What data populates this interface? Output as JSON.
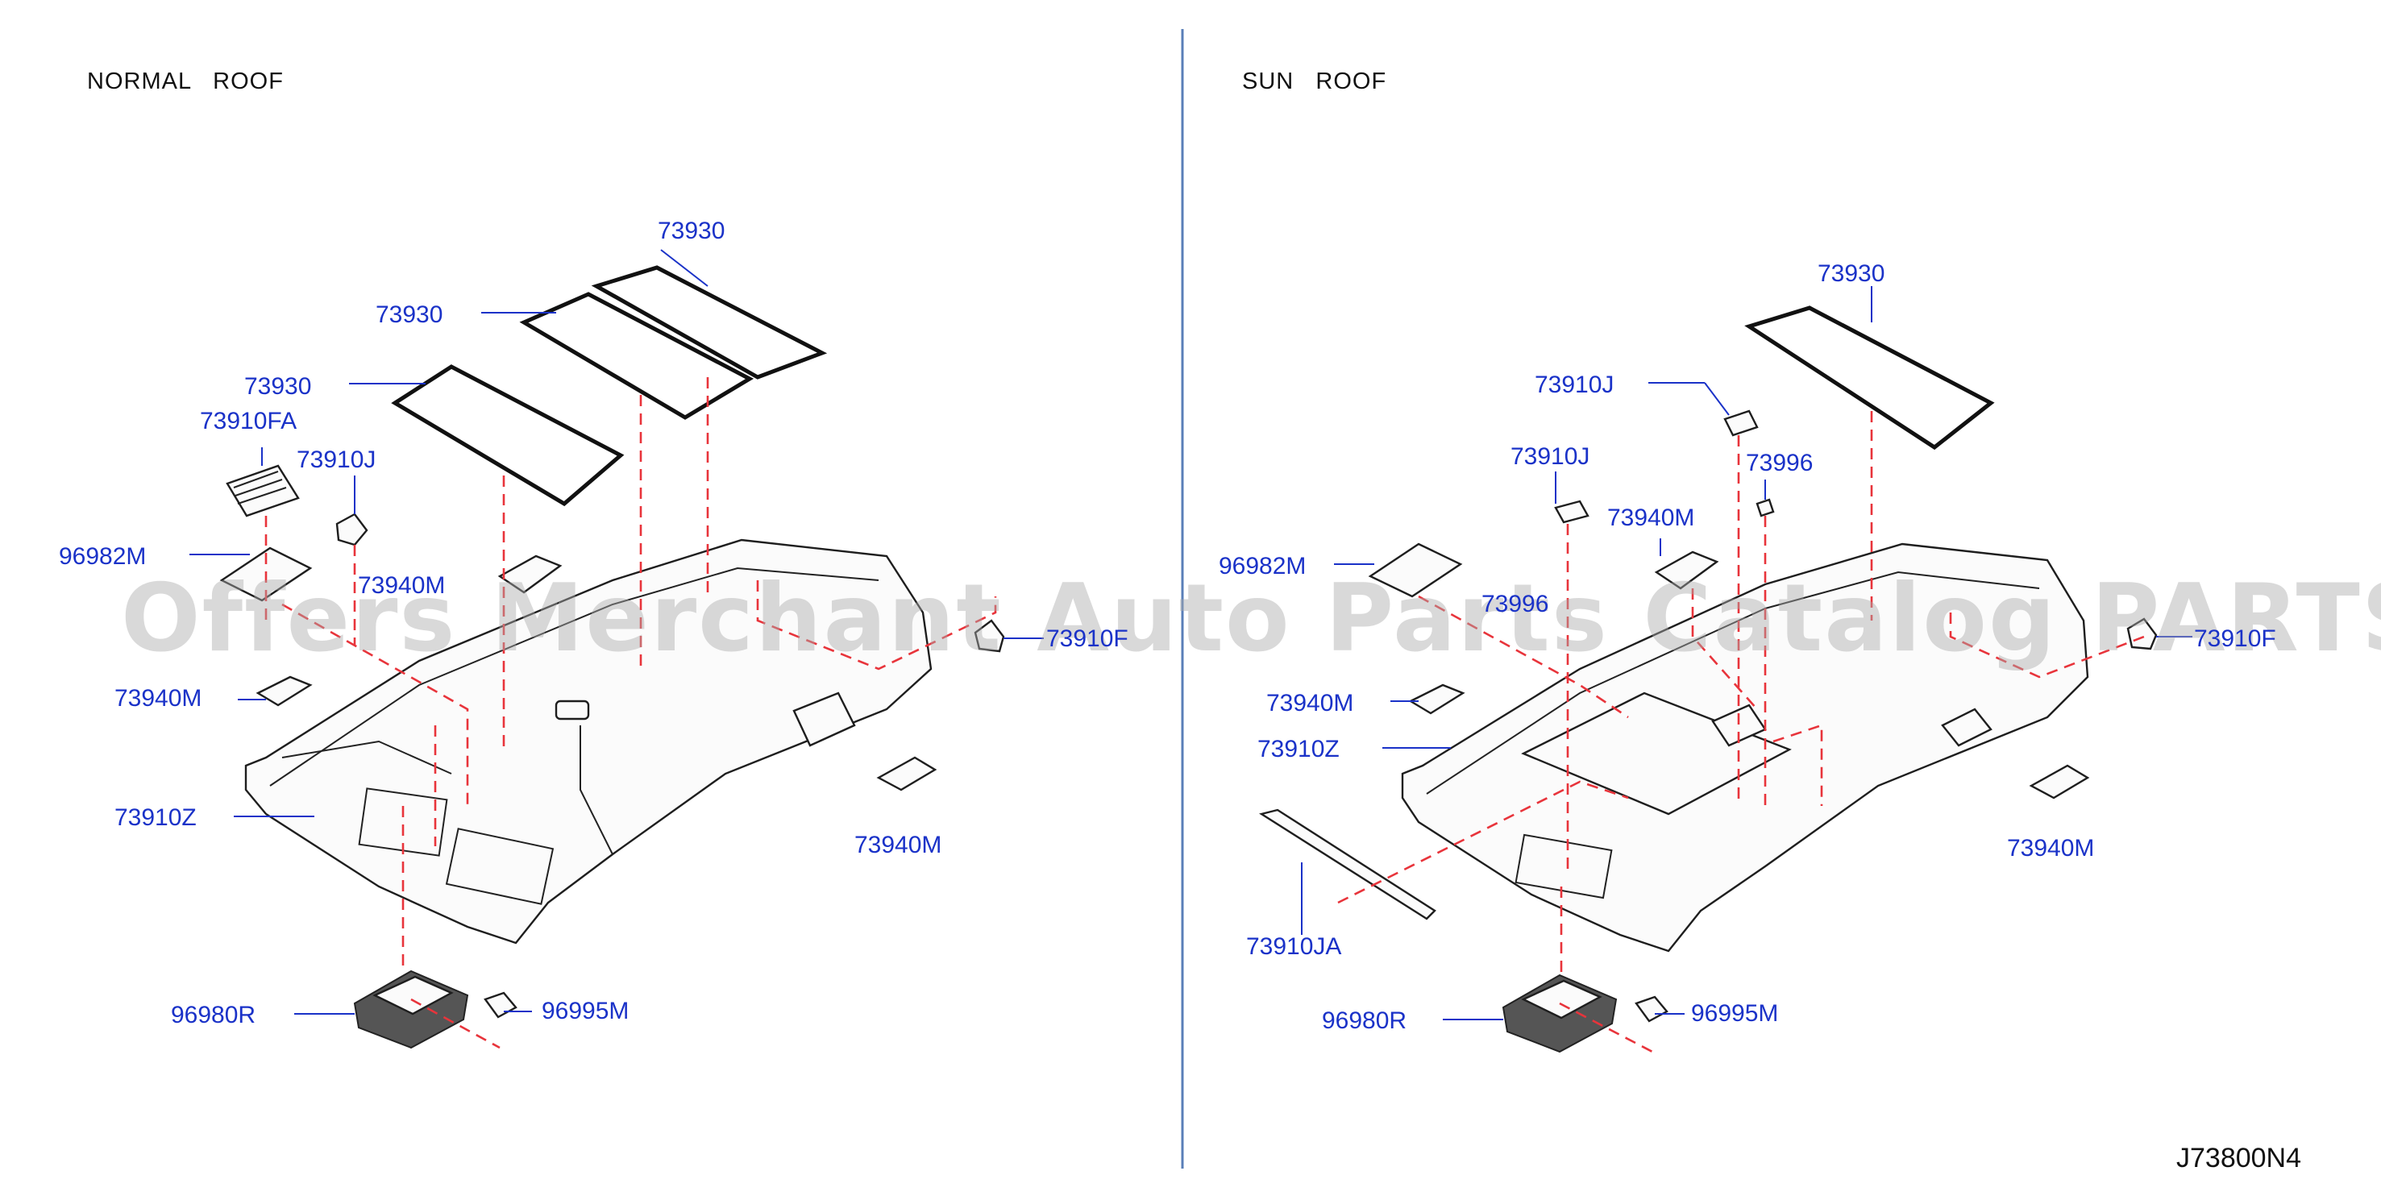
{
  "sections": {
    "left_title": "NORMAL   ROOF",
    "right_title": "SUN   ROOF"
  },
  "diagram_code": "J73800N4",
  "watermark": "Offers Merchant Auto Parts Catalog PARTSTORE.SA",
  "left_callouts": {
    "c1": "73930",
    "c2": "73930",
    "c3": "73930",
    "c4": "73910FA",
    "c5": "73910J",
    "c6": "96982M",
    "c7": "73940M",
    "c8": "73910F",
    "c9": "73940M",
    "c10": "73910Z",
    "c11": "73940M",
    "c12": "96980R",
    "c13": "96995M"
  },
  "right_callouts": {
    "c1": "73930",
    "c2": "73910J",
    "c3": "73910J",
    "c4": "73996",
    "c5": "73940M",
    "c6": "96982M",
    "c7": "73996",
    "c8": "73910F",
    "c9": "73940M",
    "c10": "73910Z",
    "c11": "73940M",
    "c12": "73910JA",
    "c13": "96980R",
    "c14": "96995M"
  },
  "colors": {
    "callout_text": "#1a32c8",
    "leader_line": "#1a32c8",
    "dashed_line": "#e8343b",
    "divider": "#5a7fb8"
  }
}
